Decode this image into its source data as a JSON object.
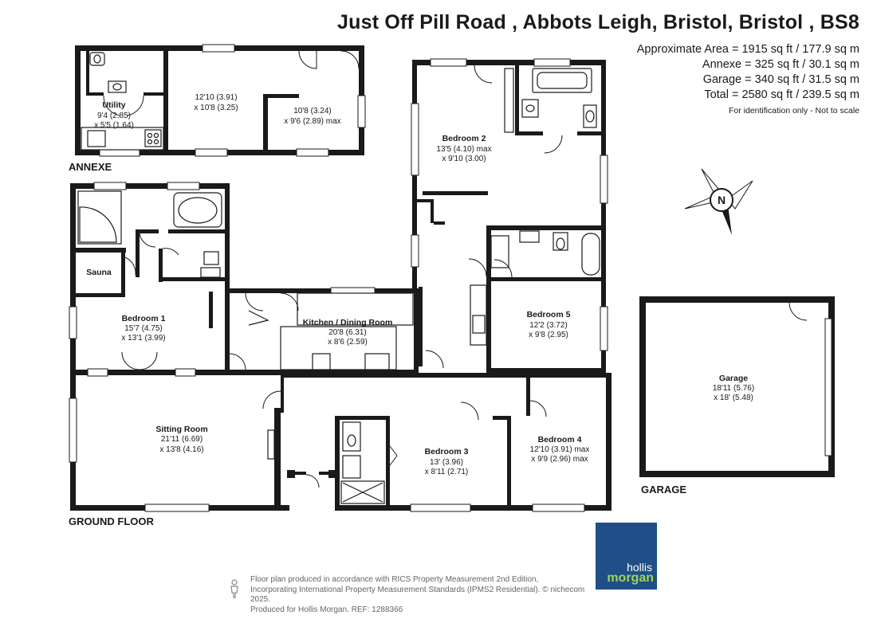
{
  "header": {
    "title": "Just Off Pill Road , Abbots Leigh, Bristol, Bristol , BS8",
    "areas": [
      "Approximate Area = 1915 sq ft / 177.9 sq m",
      "Annexe = 325 sq ft / 30.1 sq m",
      "Garage = 340 sq ft / 31.5 sq m",
      "Total = 2580 sq ft / 239.5 sq m"
    ],
    "note": "For identification only - Not to scale"
  },
  "floors": {
    "annexe": "ANNEXE",
    "ground": "GROUND FLOOR",
    "garage": "GARAGE"
  },
  "rooms": {
    "utility": {
      "name": "Utility",
      "dim1": "9'4 (2.85)",
      "dim2": "x 5'5 (1.64)"
    },
    "annexe_room1": {
      "dim1": "12'10 (3.91)",
      "dim2": "x 10'8 (3.25)"
    },
    "annexe_room2": {
      "dim1": "10'8 (3.24)",
      "dim2": "x 9'6 (2.89) max"
    },
    "bedroom2": {
      "name": "Bedroom 2",
      "dim1": "13'5 (4.10) max",
      "dim2": "x 9'10 (3.00)"
    },
    "sauna": {
      "name": "Sauna"
    },
    "bedroom1": {
      "name": "Bedroom 1",
      "dim1": "15'7 (4.75)",
      "dim2": "x 13'1 (3.99)"
    },
    "kitchen": {
      "name": "Kitchen / Dining Room",
      "dim1": "20'8 (6.31)",
      "dim2": "x 8'6 (2.59)"
    },
    "bedroom5": {
      "name": "Bedroom 5",
      "dim1": "12'2 (3.72)",
      "dim2": "x 9'8 (2.95)"
    },
    "sitting": {
      "name": "Sitting Room",
      "dim1": "21'11 (6.69)",
      "dim2": "x 13'8 (4.16)"
    },
    "bedroom3": {
      "name": "Bedroom 3",
      "dim1": "13' (3.96)",
      "dim2": "x 8'11 (2.71)"
    },
    "bedroom4": {
      "name": "Bedroom 4",
      "dim1": "12'10 (3.91) max",
      "dim2": "x 9'9 (2.96) max"
    },
    "garage": {
      "name": "Garage",
      "dim1": "18'11 (5.76)",
      "dim2": "x 18' (5.48)"
    }
  },
  "compass": {
    "label": "N"
  },
  "footer": {
    "lines": [
      "Floor plan produced in accordance with RICS Property Measurement 2nd Edition,",
      "Incorporating International Property Measurement Standards (IPMS2 Residential).  © nichecom 2025.",
      "Produced for Hollis Morgan.    REF: 1288366"
    ]
  },
  "logo": {
    "line1": "hollis",
    "line2": "morgan"
  },
  "colors": {
    "wall": "#1a1a1a",
    "logo_bg": "#1f4f86",
    "logo_accent": "#9ed35a"
  }
}
